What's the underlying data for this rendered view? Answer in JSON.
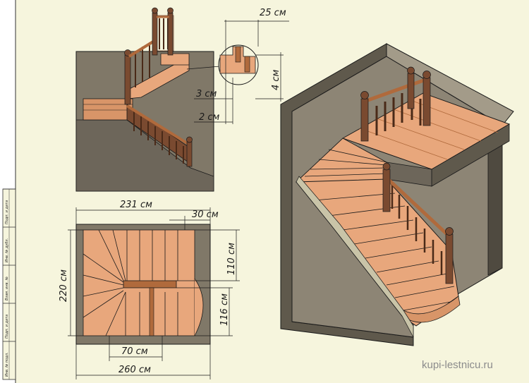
{
  "colors": {
    "paper": "#f6f5dd",
    "wall": "#807868",
    "wall_dark": "#5f594c",
    "wood": "#e8a77c",
    "wood_dark": "#b06a3c",
    "post": "#7a4a30",
    "line": "#1a1a1a"
  },
  "dimensions": {
    "detail_width": "25 см",
    "detail_height": "4 см",
    "tread_thickness": "3 см",
    "nosing": "2 см",
    "plan_width": "231 см",
    "landing_gap": "30 см",
    "plan_depth": "220 см",
    "upper_run": "110 см",
    "lower_run": "116 см",
    "post_offset": "70 см",
    "total_width": "260 см"
  },
  "title_block": [
    "Подп. и дата",
    "Инв. № дубл.",
    "Взам. инв. №",
    "Подп. и дата",
    "Инв. № подл."
  ],
  "watermark": "kupi-lestnicu.ru"
}
